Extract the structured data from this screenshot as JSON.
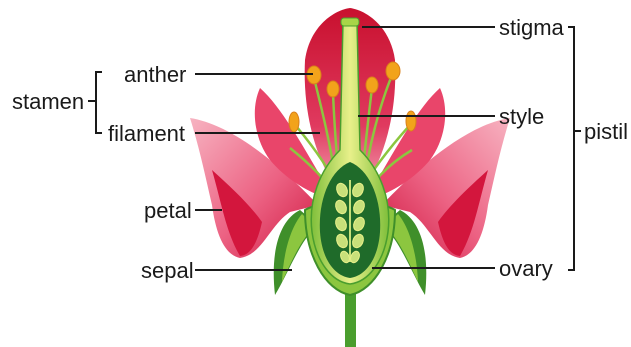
{
  "labels": {
    "stamen": "stamen",
    "anther": "anther",
    "filament": "filament",
    "petal": "petal",
    "sepal": "sepal",
    "stigma": "stigma",
    "style": "style",
    "ovary": "ovary",
    "pistil": "pistil"
  },
  "colors": {
    "petal_dark": "#d3163d",
    "petal_mid": "#e9456a",
    "petal_light": "#f3a0b0",
    "sepal_green": "#3f8f2a",
    "sepal_light": "#8cc63f",
    "stem": "#4a9e2e",
    "ovary_dark": "#1f6b2a",
    "ovary_light": "#c8e07a",
    "anther": "#f2a31b",
    "filament": "#8cc63f",
    "line": "#1a1a1a"
  }
}
